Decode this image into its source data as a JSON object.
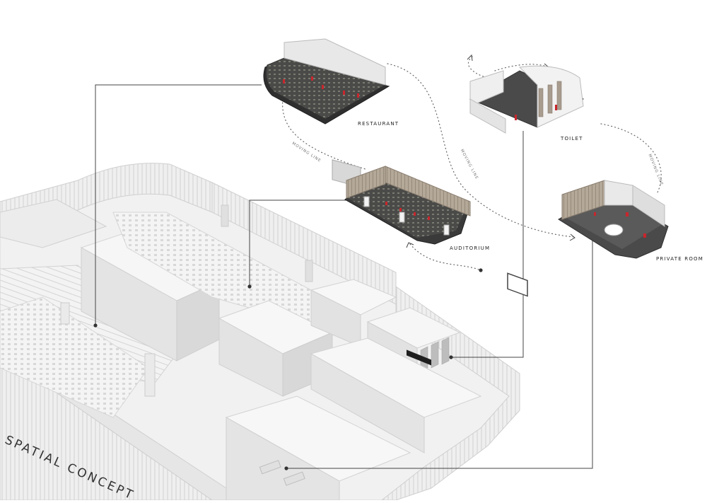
{
  "title": "SPATIAL CONCEPT",
  "rooms": {
    "restaurant": "RESTAURANT",
    "auditorium": "AUDITORIUM",
    "toilet": "TOILET",
    "private_room": "PRIVATE ROOM"
  },
  "moving_line": "MOVING LINE",
  "colors": {
    "line": "#444444",
    "dotted": "#666666",
    "accent": "#c8262c",
    "floor_dark": "#3a3a3a",
    "wall_light": "#f2f2f2",
    "wall_mid": "#e2e2e2",
    "wall_shadow": "#cfcfcf",
    "wood": "#a89c8e"
  }
}
